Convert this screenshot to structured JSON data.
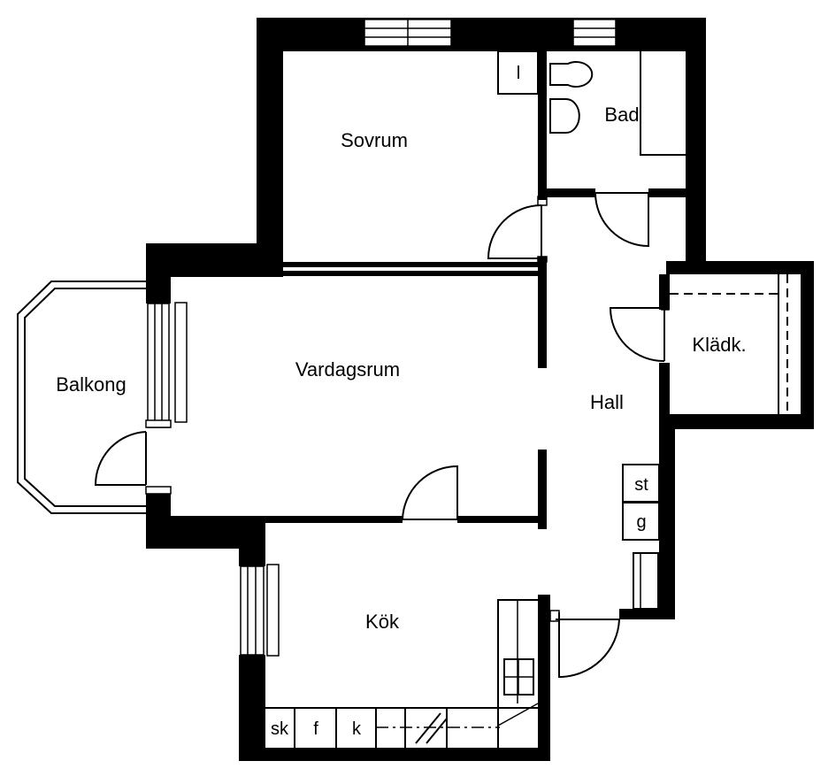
{
  "rooms": {
    "sovrum": "Sovrum",
    "bad": "Bad",
    "balkong": "Balkong",
    "vardagsrum": "Vardagsrum",
    "kladk": "Klädk.",
    "hall": "Hall",
    "kok": "Kök"
  },
  "fixtures": {
    "cabinet_l": "l",
    "st": "st",
    "g": "g",
    "sk": "sk",
    "f": "f",
    "k": "k"
  }
}
